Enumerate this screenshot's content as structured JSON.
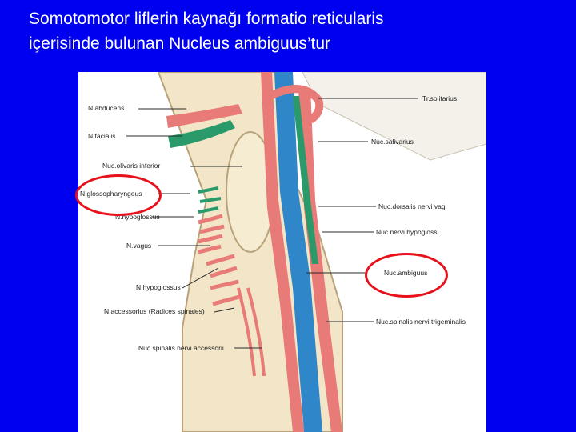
{
  "title": {
    "line1": "Somotomotor liflerin kaynağı formatio reticularis",
    "line2": "içerisinde bulunan Nucleus ambiguus’tur"
  },
  "labels": {
    "n_abducens": "N.abducens",
    "n_facialis": "N.facialis",
    "nuc_olivaris_inferior": "Nuc.olivaris inferior",
    "n_glossopharyngeus": "N.glossopharyngeus",
    "n_hypoglossus_upper": "N.hypoglossus",
    "n_vagus": "N.vagus",
    "n_hypoglossus_lower": "N.hypoglossus",
    "n_accessorius": "N.accessorius (Radices spinales)",
    "nuc_spinalis_nervi_accessorii": "Nuc.spinalis nervi accessorii",
    "tr_solitarius": "Tr.solitarius",
    "nuc_salivarius": "Nuc.salivarius",
    "nuc_dorsalis_nervi_vagi": "Nuc.dorsalis nervi vagi",
    "nuc_nervi_hypoglossi": "Nuc.nervi hypoglossi",
    "nuc_ambiguus": "Nuc.ambiguus",
    "nuc_spinalis_nervi_trigeminalis": "Nuc.spinalis nervi trigeminalis"
  },
  "colors": {
    "background": "#0000f0",
    "highlight_ring": "#e8101a",
    "motor_nerve": "#e87a78",
    "sensory_tract": "#2f86c8",
    "visceral": "#2a9a6a",
    "tissue": "#f3e6c8"
  }
}
